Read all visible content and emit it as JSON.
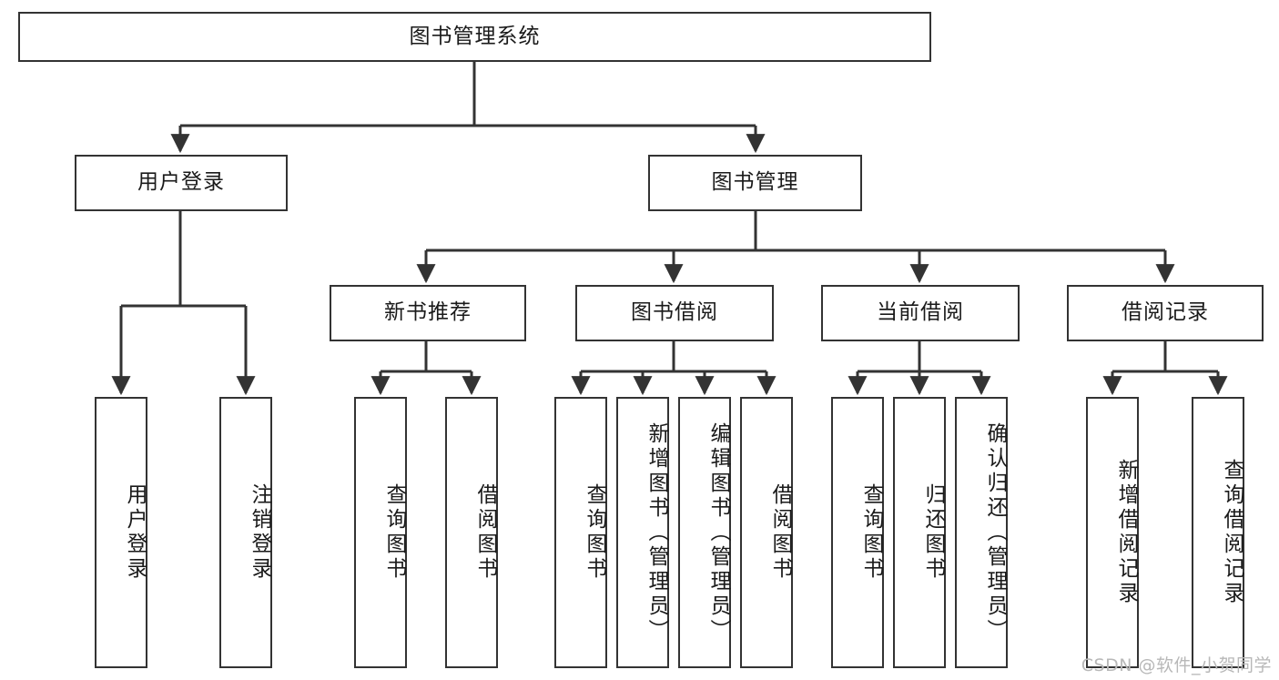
{
  "diagram": {
    "title": "图书管理系统",
    "type": "hierarchy-tree",
    "watermark": "CSDN @软件_小贺同学",
    "colors": {
      "stroke": "#333333",
      "fill": "#ffffff",
      "text": "#1a1a1a",
      "watermark": "#b8b8b8"
    },
    "levels": {
      "root": [
        {
          "id": "root",
          "label": "图书管理系统"
        }
      ],
      "level1": [
        {
          "id": "user-login",
          "label": "用户登录"
        },
        {
          "id": "book-manage",
          "label": "图书管理"
        }
      ],
      "level2": [
        {
          "id": "new-book-rec",
          "label": "新书推荐"
        },
        {
          "id": "book-borrow",
          "label": "图书借阅"
        },
        {
          "id": "current-borrow",
          "label": "当前借阅"
        },
        {
          "id": "borrow-record",
          "label": "借阅记录"
        }
      ],
      "leaves": [
        {
          "id": "leaf-user-login",
          "label": "用户登录",
          "parent": "user-login"
        },
        {
          "id": "leaf-logout",
          "label": "注销登录",
          "parent": "user-login"
        },
        {
          "id": "leaf-query-book-1",
          "label": "查询图书",
          "parent": "new-book-rec"
        },
        {
          "id": "leaf-borrow-book-1",
          "label": "借阅图书",
          "parent": "new-book-rec"
        },
        {
          "id": "leaf-query-book-2",
          "label": "查询图书",
          "parent": "book-borrow"
        },
        {
          "id": "leaf-add-book",
          "label": "新增图书（管理员）",
          "parent": "book-borrow"
        },
        {
          "id": "leaf-edit-book",
          "label": "编辑图书（管理员）",
          "parent": "book-borrow"
        },
        {
          "id": "leaf-borrow-book-2",
          "label": "借阅图书",
          "parent": "book-borrow"
        },
        {
          "id": "leaf-query-book-3",
          "label": "查询图书",
          "parent": "current-borrow"
        },
        {
          "id": "leaf-return-book",
          "label": "归还图书",
          "parent": "current-borrow"
        },
        {
          "id": "leaf-confirm-return",
          "label": "确认归还（管理员）",
          "parent": "current-borrow"
        },
        {
          "id": "leaf-add-record",
          "label": "新增借阅记录",
          "parent": "borrow-record"
        },
        {
          "id": "leaf-query-record",
          "label": "查询借阅记录",
          "parent": "borrow-record"
        }
      ]
    }
  }
}
